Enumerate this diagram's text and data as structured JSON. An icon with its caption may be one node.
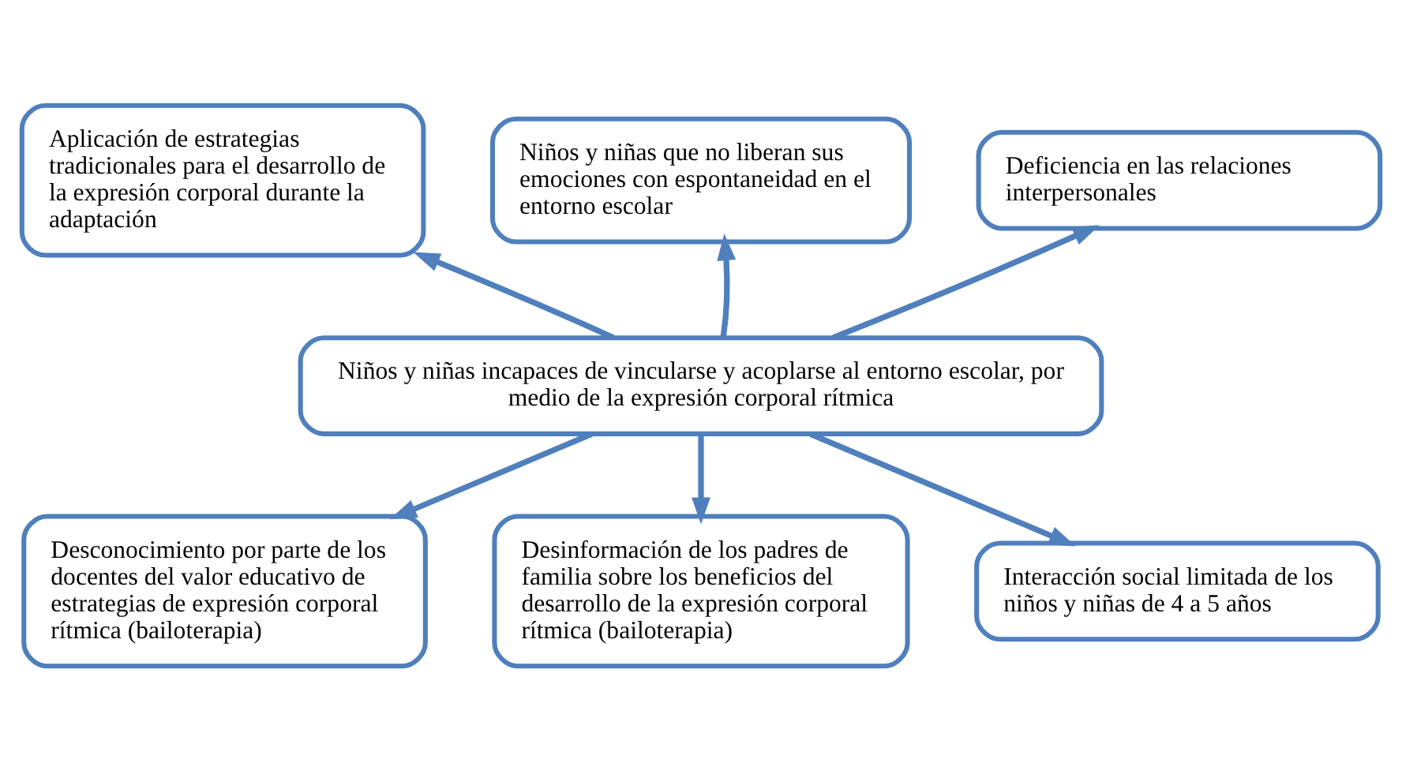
{
  "diagram": {
    "nodes": [
      {
        "text": [
          "Aplicación de estrategias tradicionales para el desarrollo de la expresión corporal durante la adaptación"
        ]
      },
      {
        "text": [
          "Niños y niñas que no liberan sus emociones con espontaneidad en el entorno escolar"
        ]
      },
      {
        "text": [
          "Deficiencia en las relaciones interpersonales"
        ]
      },
      {
        "text": [
          "Niños y niñas incapaces de vincularse y acoplarse al entorno escolar, por medio de la expresión corporal rítmica"
        ]
      },
      {
        "text": [
          "Desconocimiento por parte de los docentes del valor educativo de estrategias de expresión corporal rítmica (bailoterapia)"
        ]
      },
      {
        "text": [
          "Desinformación de los padres de familia sobre los beneficios del desarrollo de la expresión corporal rítmica (bailoterapia)"
        ]
      },
      {
        "text": [
          "Interacción social limitada de los niños y niñas de 4 a 5 años"
        ]
      }
    ],
    "edges": [
      {
        "from": 3,
        "to": 0,
        "arrow": "to"
      },
      {
        "from": 3,
        "to": 1,
        "arrow": "to"
      },
      {
        "from": 3,
        "to": 2,
        "arrow": "to"
      },
      {
        "from": 3,
        "to": 4,
        "arrow": "to"
      },
      {
        "from": 3,
        "to": 5,
        "arrow": "to"
      },
      {
        "from": 3,
        "to": 6,
        "arrow": "to"
      }
    ]
  }
}
